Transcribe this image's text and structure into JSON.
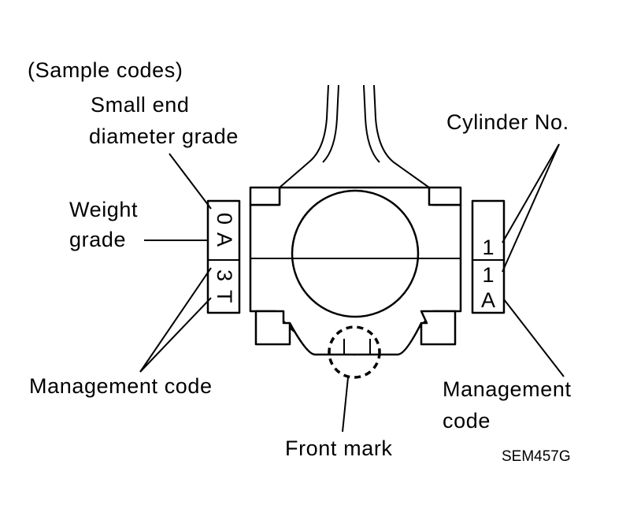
{
  "labels": {
    "sample_codes": "(Sample codes)",
    "small_end_line1": "Small end",
    "small_end_line2": "diameter grade",
    "weight_line1": "Weight",
    "weight_line2": "grade",
    "management_code_left": "Management code",
    "cylinder_no": "Cylinder No.",
    "management_right_line1": "Management",
    "management_right_line2": "code",
    "front_mark": "Front mark",
    "figure_ref": "SEM457G"
  },
  "left_stamp": {
    "row1": [
      "0",
      "A"
    ],
    "row2": [
      "3",
      "T"
    ]
  },
  "right_stamp": {
    "row1": "1",
    "row2": "1",
    "row3": "A"
  }
}
